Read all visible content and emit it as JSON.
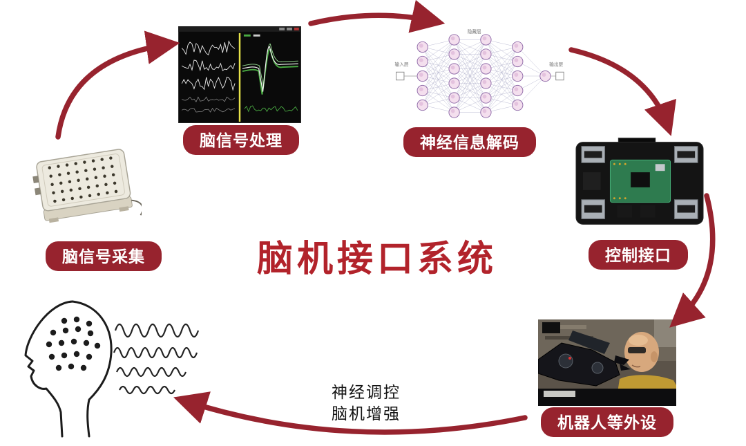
{
  "colors": {
    "accent": "#97232E",
    "title": "#B2232B",
    "text": "#141414"
  },
  "title": "脑机接口系统",
  "labels": {
    "acquisition": "脑信号采集",
    "processing": "脑信号处理",
    "decoding": "神经信息解码",
    "control": "控制接口",
    "peripherals": "机器人等外设"
  },
  "caption": {
    "line1": "神经调控",
    "line2": "脑机增强"
  },
  "nn": {
    "input_label": "输入层",
    "hidden_label": "隐藏层",
    "output_label": "输出层",
    "layers": [
      5,
      6,
      6,
      5,
      1
    ]
  },
  "illustrations": {
    "acquisition": "eeg-amplifier-device",
    "processing": "signal-processing-screenshot",
    "decoding": "neural-network-diagram",
    "control": "controller-circuit-board",
    "peripherals": "robotic-arm-user-photo",
    "brain": "head-profile-with-electrodes-and-brainwaves"
  }
}
